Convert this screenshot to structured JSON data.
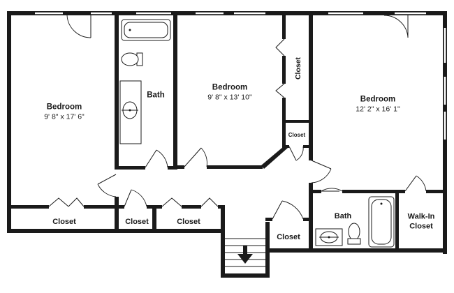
{
  "rooms": {
    "bedroom_left": {
      "name": "Bedroom",
      "dims": "9' 8\" x 17' 6\""
    },
    "bath_top": {
      "name": "Bath"
    },
    "bedroom_center": {
      "name": "Bedroom",
      "dims": "9' 8\" x 13' 10\""
    },
    "closet_center_top": {
      "name": "Closet"
    },
    "closet_center_small": {
      "name": "Closet"
    },
    "bedroom_right": {
      "name": "Bedroom",
      "dims": "12' 2\" x 16' 1\""
    },
    "closet_bottom_left": {
      "name": "Closet"
    },
    "closet_bottom_mid": {
      "name": "Closet"
    },
    "closet_bottom_center": {
      "name": "Closet"
    },
    "closet_stair": {
      "name": "Closet"
    },
    "bath_bottom": {
      "name": "Bath"
    },
    "walk_in_closet": {
      "name": "Walk-In\nCloset",
      "line1": "Walk-In",
      "line2": "Closet"
    }
  },
  "icons": {
    "stair_arrow": "down-arrow-icon",
    "toilet": "toilet-icon",
    "sink": "sink-icon",
    "bathtub": "bathtub-icon"
  },
  "colors": {
    "wall": "#1a1a1a",
    "background": "#ffffff"
  }
}
